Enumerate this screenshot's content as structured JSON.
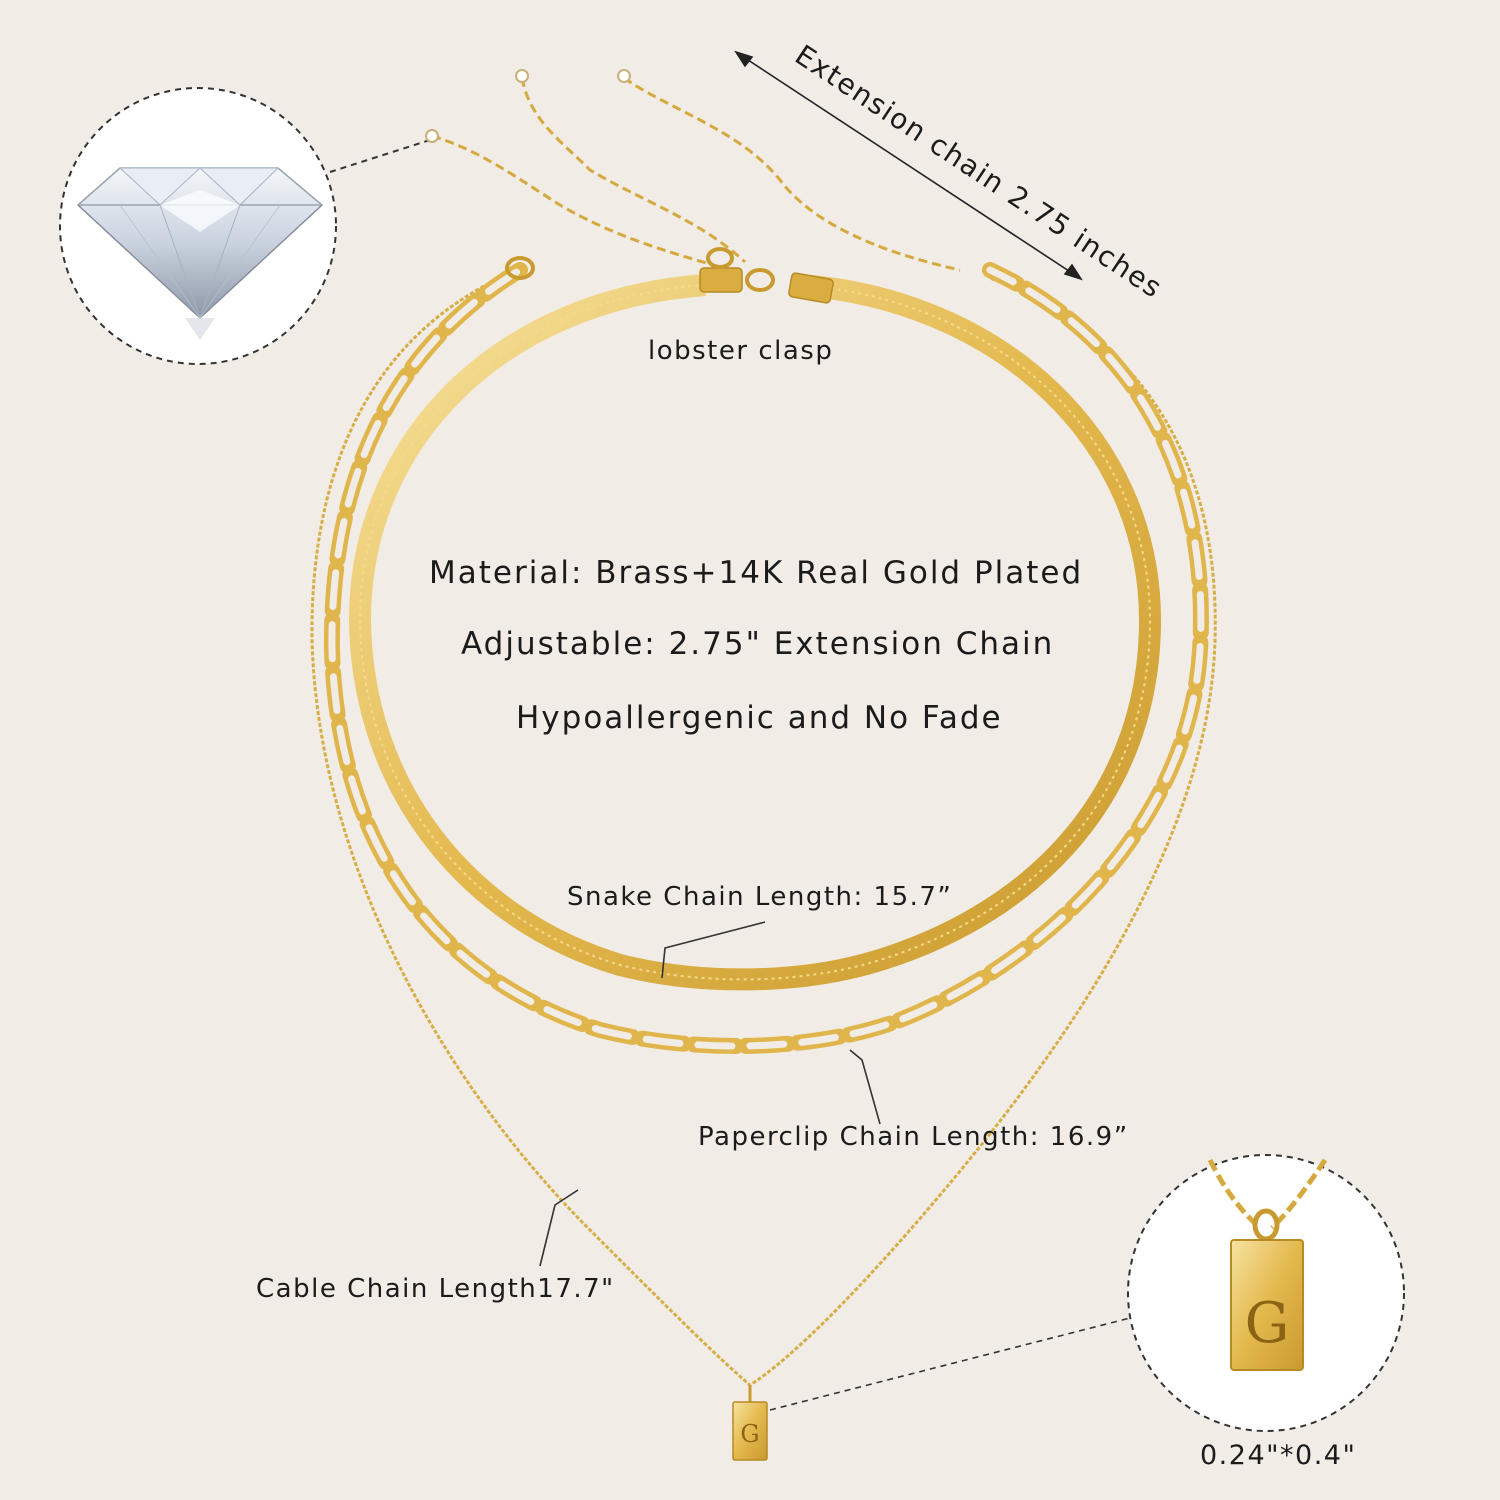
{
  "labels": {
    "extension": "Extension chain 2.75 inches",
    "lobster": "lobster clasp",
    "snake": "Snake Chain Length: 15.7”",
    "paperclip": "Paperclip Chain Length: 16.9”",
    "cable": "Cable Chain Length17.7\"",
    "pendant_size": "0.24\"*0.4\""
  },
  "features": [
    "Material: Brass+14K Real Gold Plated",
    "Adjustable: 2.75\" Extension Chain",
    "Hypoallergenic and No Fade"
  ],
  "pendant": {
    "letter": "G"
  },
  "colors": {
    "background": "#f1ece6",
    "gold": "#e6be55",
    "gold_dark": "#c89a2e",
    "gold_light": "#f6de92",
    "text": "#1b1b1b"
  }
}
